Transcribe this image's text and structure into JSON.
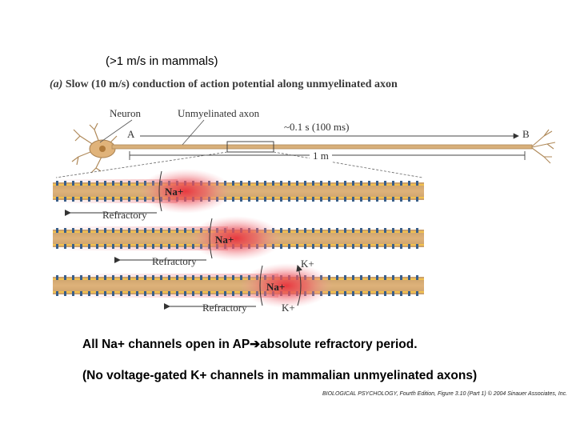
{
  "header": {
    "note": "(>1 m/s in mammals)",
    "figure_letter": "(a)",
    "figure_title": "Slow (10 m/s) conduction of action potential along unmyelinated axon"
  },
  "diagram": {
    "neuron_label": "Neuron",
    "axon_label": "Unmyelinated axon",
    "point_a": "A",
    "point_b": "B",
    "time_label": "~0.1 s (100 ms)",
    "distance_label": "1 m",
    "strips": [
      {
        "na_label": "Na+",
        "refractory_label": "Refractory"
      },
      {
        "na_label": "Na+",
        "refractory_label": "Refractory"
      },
      {
        "na_label": "Na+",
        "refractory_label": "Refractory",
        "k_label_top": "K+",
        "k_label_bottom": "K+"
      }
    ]
  },
  "text": {
    "line1_prefix": "All Na+ channels open in AP",
    "line1_arrow": "➔",
    "line1_suffix": "absolute refractory period.",
    "line2": "(No voltage-gated K+ channels in mammalian unmyelinated axons)"
  },
  "credit": "BIOLOGICAL PSYCHOLOGY, Fourth Edition, Figure 3.10 (Part 1) © 2004 Sinauer Associates, Inc.",
  "colors": {
    "axon": "#c9a26a",
    "membrane": "#f2c14e",
    "strip_fill": "#d9aa6c",
    "na_glow": "#e8333c",
    "channel": "#3a5f8a"
  }
}
